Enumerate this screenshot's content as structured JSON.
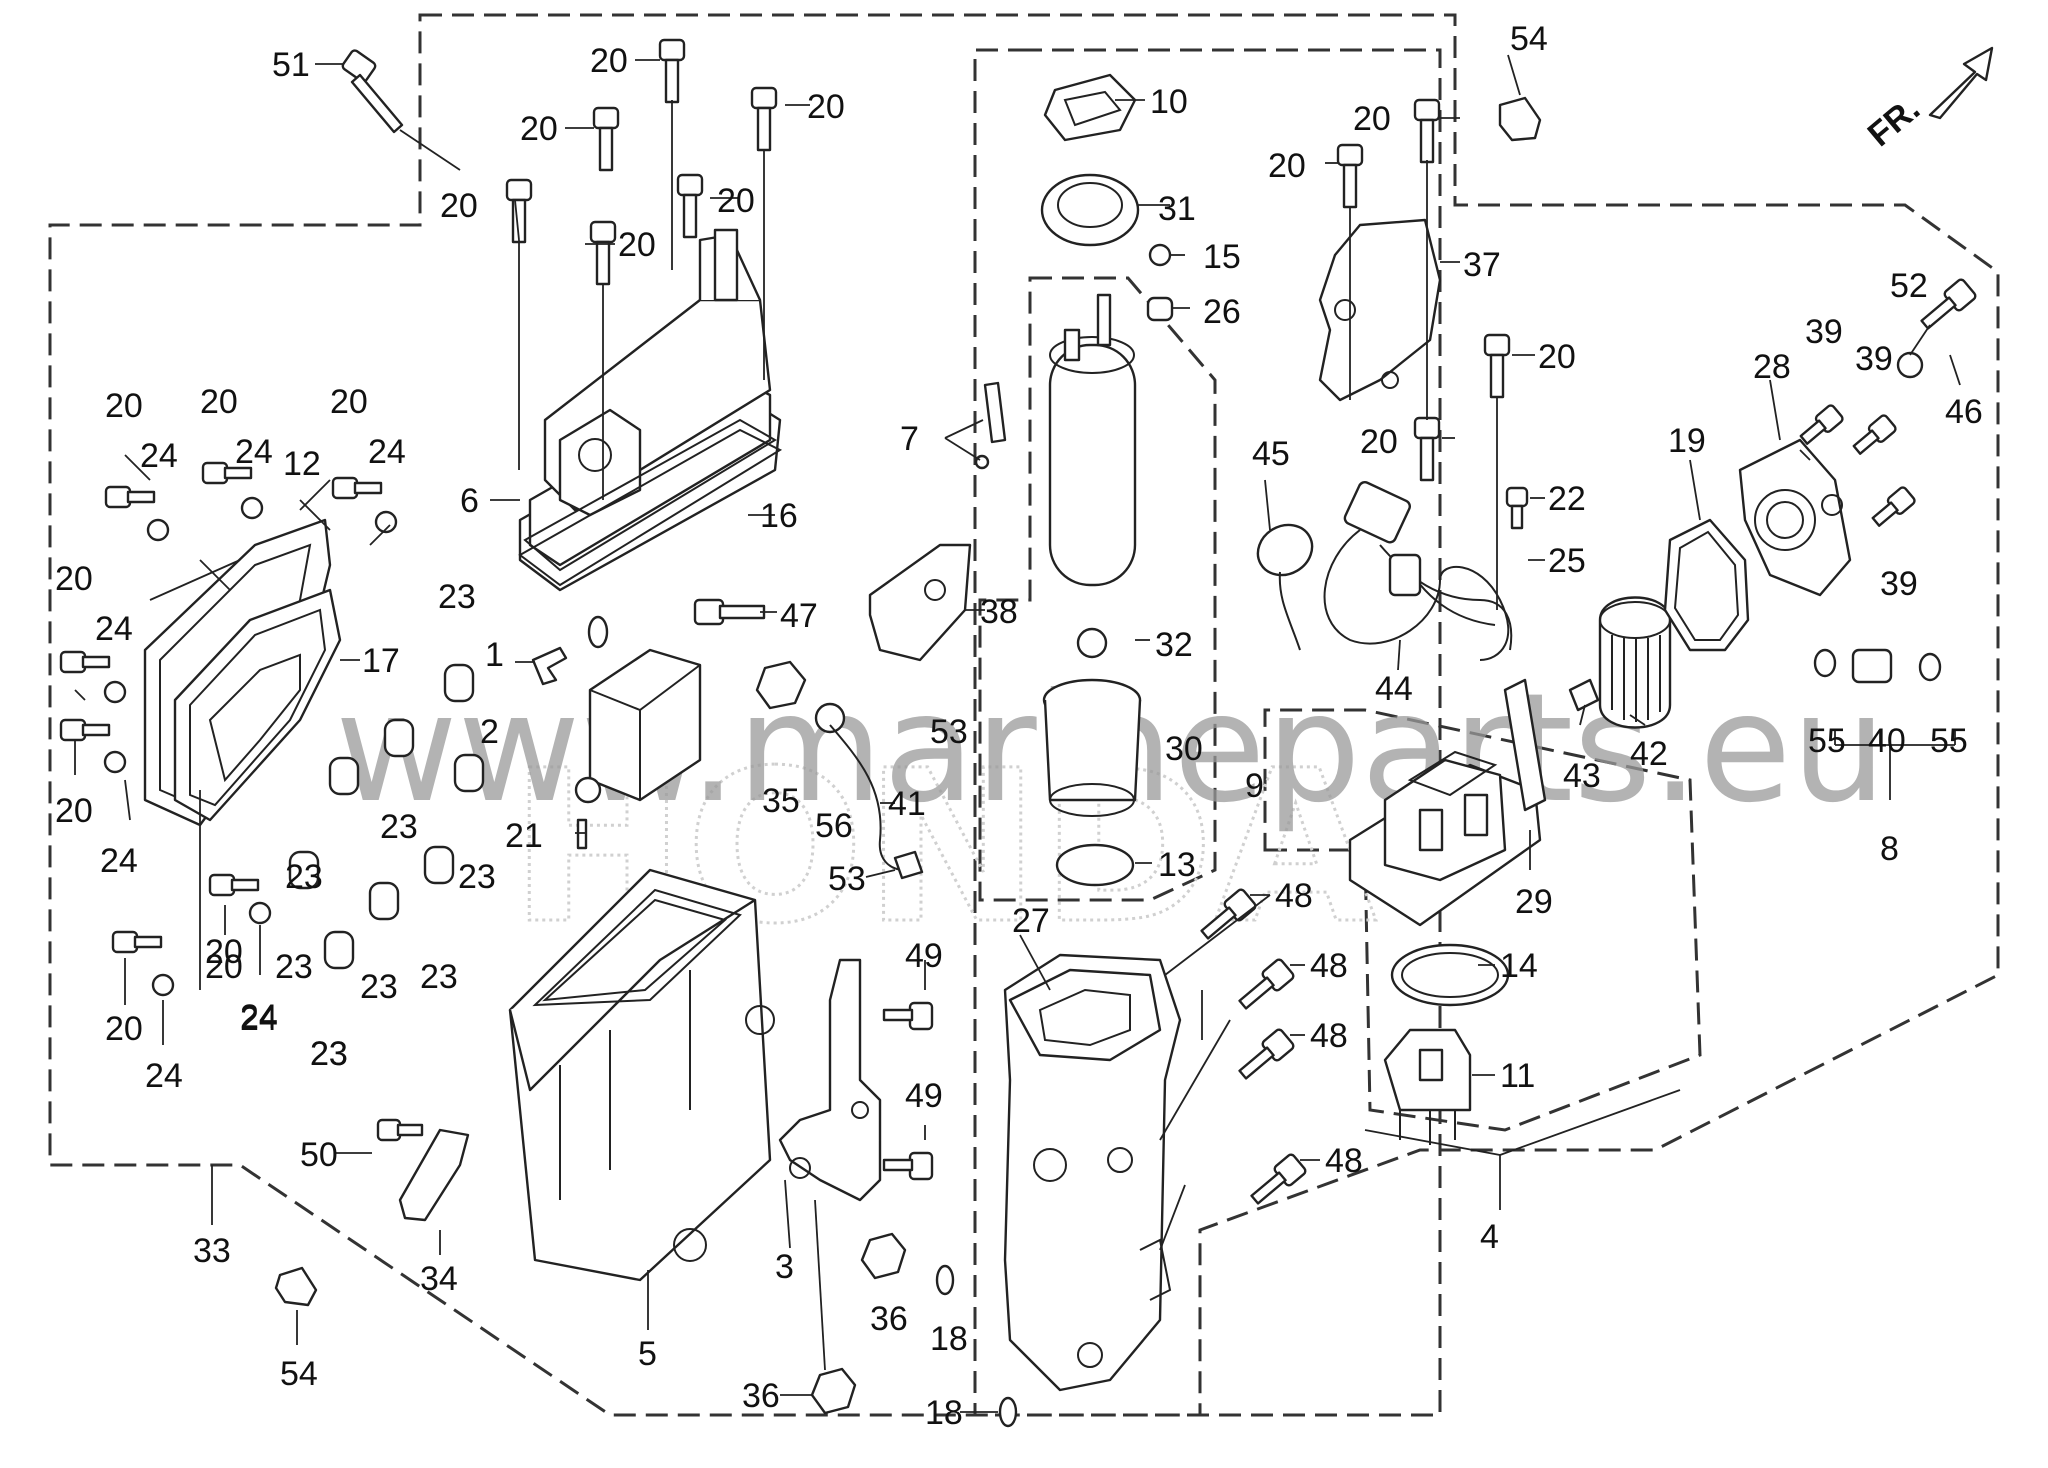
{
  "diagram": {
    "watermark": "www.marineparts.eu",
    "watermark_logo": "HONDA",
    "direction_label": "FR.",
    "callouts": [
      {
        "id": "c51",
        "text": "51"
      },
      {
        "id": "c20a",
        "text": "20"
      },
      {
        "id": "c20b",
        "text": "20"
      },
      {
        "id": "c20c",
        "text": "20"
      },
      {
        "id": "c20d",
        "text": "20"
      },
      {
        "id": "c20e",
        "text": "20"
      },
      {
        "id": "c20f",
        "text": "20"
      },
      {
        "id": "c54a",
        "text": "54"
      },
      {
        "id": "c10",
        "text": "10"
      },
      {
        "id": "c31",
        "text": "31"
      },
      {
        "id": "c15",
        "text": "15"
      },
      {
        "id": "c26",
        "text": "26"
      },
      {
        "id": "c20g",
        "text": "20"
      },
      {
        "id": "c20h",
        "text": "20"
      },
      {
        "id": "c37",
        "text": "37"
      },
      {
        "id": "c20i",
        "text": "20"
      },
      {
        "id": "c52",
        "text": "52"
      },
      {
        "id": "c39a",
        "text": "39"
      },
      {
        "id": "c39b",
        "text": "39"
      },
      {
        "id": "c28",
        "text": "28"
      },
      {
        "id": "c46",
        "text": "46"
      },
      {
        "id": "c20j",
        "text": "20"
      },
      {
        "id": "c19",
        "text": "19"
      },
      {
        "id": "c45",
        "text": "45"
      },
      {
        "id": "c22",
        "text": "22"
      },
      {
        "id": "c25",
        "text": "25"
      },
      {
        "id": "c39c",
        "text": "39"
      },
      {
        "id": "c20k",
        "text": "20"
      },
      {
        "id": "c24a",
        "text": "24"
      },
      {
        "id": "c20l",
        "text": "20"
      },
      {
        "id": "c24b",
        "text": "24"
      },
      {
        "id": "c12",
        "text": "12"
      },
      {
        "id": "c20m",
        "text": "20"
      },
      {
        "id": "c24c",
        "text": "24"
      },
      {
        "id": "c6",
        "text": "6"
      },
      {
        "id": "c16",
        "text": "16"
      },
      {
        "id": "c7",
        "text": "7"
      },
      {
        "id": "c38",
        "text": "38"
      },
      {
        "id": "c32",
        "text": "32"
      },
      {
        "id": "c30",
        "text": "30"
      },
      {
        "id": "c9",
        "text": "9"
      },
      {
        "id": "c13",
        "text": "13"
      },
      {
        "id": "c44",
        "text": "44"
      },
      {
        "id": "c43",
        "text": "43"
      },
      {
        "id": "c42",
        "text": "42"
      },
      {
        "id": "c55a",
        "text": "55"
      },
      {
        "id": "c40",
        "text": "40"
      },
      {
        "id": "c55b",
        "text": "55"
      },
      {
        "id": "c8",
        "text": "8"
      },
      {
        "id": "c29",
        "text": "29"
      },
      {
        "id": "c20n",
        "text": "20"
      },
      {
        "id": "c24d",
        "text": "24"
      },
      {
        "id": "c17",
        "text": "17"
      },
      {
        "id": "c23a",
        "text": "23"
      },
      {
        "id": "c1",
        "text": "1"
      },
      {
        "id": "c47",
        "text": "47"
      },
      {
        "id": "c2",
        "text": "2"
      },
      {
        "id": "c53a",
        "text": "53"
      },
      {
        "id": "c20o",
        "text": "20"
      },
      {
        "id": "c24e",
        "text": "24"
      },
      {
        "id": "c23b",
        "text": "23"
      },
      {
        "id": "c23c",
        "text": "23"
      },
      {
        "id": "c35",
        "text": "35"
      },
      {
        "id": "c56",
        "text": "56"
      },
      {
        "id": "c41",
        "text": "41"
      },
      {
        "id": "c21",
        "text": "21"
      },
      {
        "id": "c53b",
        "text": "53"
      },
      {
        "id": "c23d",
        "text": "23"
      },
      {
        "id": "c20p",
        "text": "20"
      },
      {
        "id": "c24f",
        "text": "24"
      },
      {
        "id": "c23e",
        "text": "23"
      },
      {
        "id": "c23f",
        "text": "23"
      },
      {
        "id": "c23g",
        "text": "23"
      },
      {
        "id": "c23h",
        "text": "23"
      },
      {
        "id": "c27",
        "text": "27"
      },
      {
        "id": "c48a",
        "text": "48"
      },
      {
        "id": "c48b",
        "text": "48"
      },
      {
        "id": "c48c",
        "text": "48"
      },
      {
        "id": "c48d",
        "text": "48"
      },
      {
        "id": "c14",
        "text": "14"
      },
      {
        "id": "c11",
        "text": "11"
      },
      {
        "id": "c49a",
        "text": "49"
      },
      {
        "id": "c49b",
        "text": "49"
      },
      {
        "id": "c20q",
        "text": "20"
      },
      {
        "id": "c24g",
        "text": "24"
      },
      {
        "id": "c20r",
        "text": "20"
      },
      {
        "id": "c24h",
        "text": "24"
      },
      {
        "id": "c23i",
        "text": "23"
      },
      {
        "id": "c50",
        "text": "50"
      },
      {
        "id": "c34",
        "text": "34"
      },
      {
        "id": "c33",
        "text": "33"
      },
      {
        "id": "c5",
        "text": "5"
      },
      {
        "id": "c3",
        "text": "3"
      },
      {
        "id": "c36a",
        "text": "36"
      },
      {
        "id": "c18a",
        "text": "18"
      },
      {
        "id": "c4",
        "text": "4"
      },
      {
        "id": "c54b",
        "text": "54"
      },
      {
        "id": "c36b",
        "text": "36"
      },
      {
        "id": "c18b",
        "text": "18"
      }
    ]
  }
}
